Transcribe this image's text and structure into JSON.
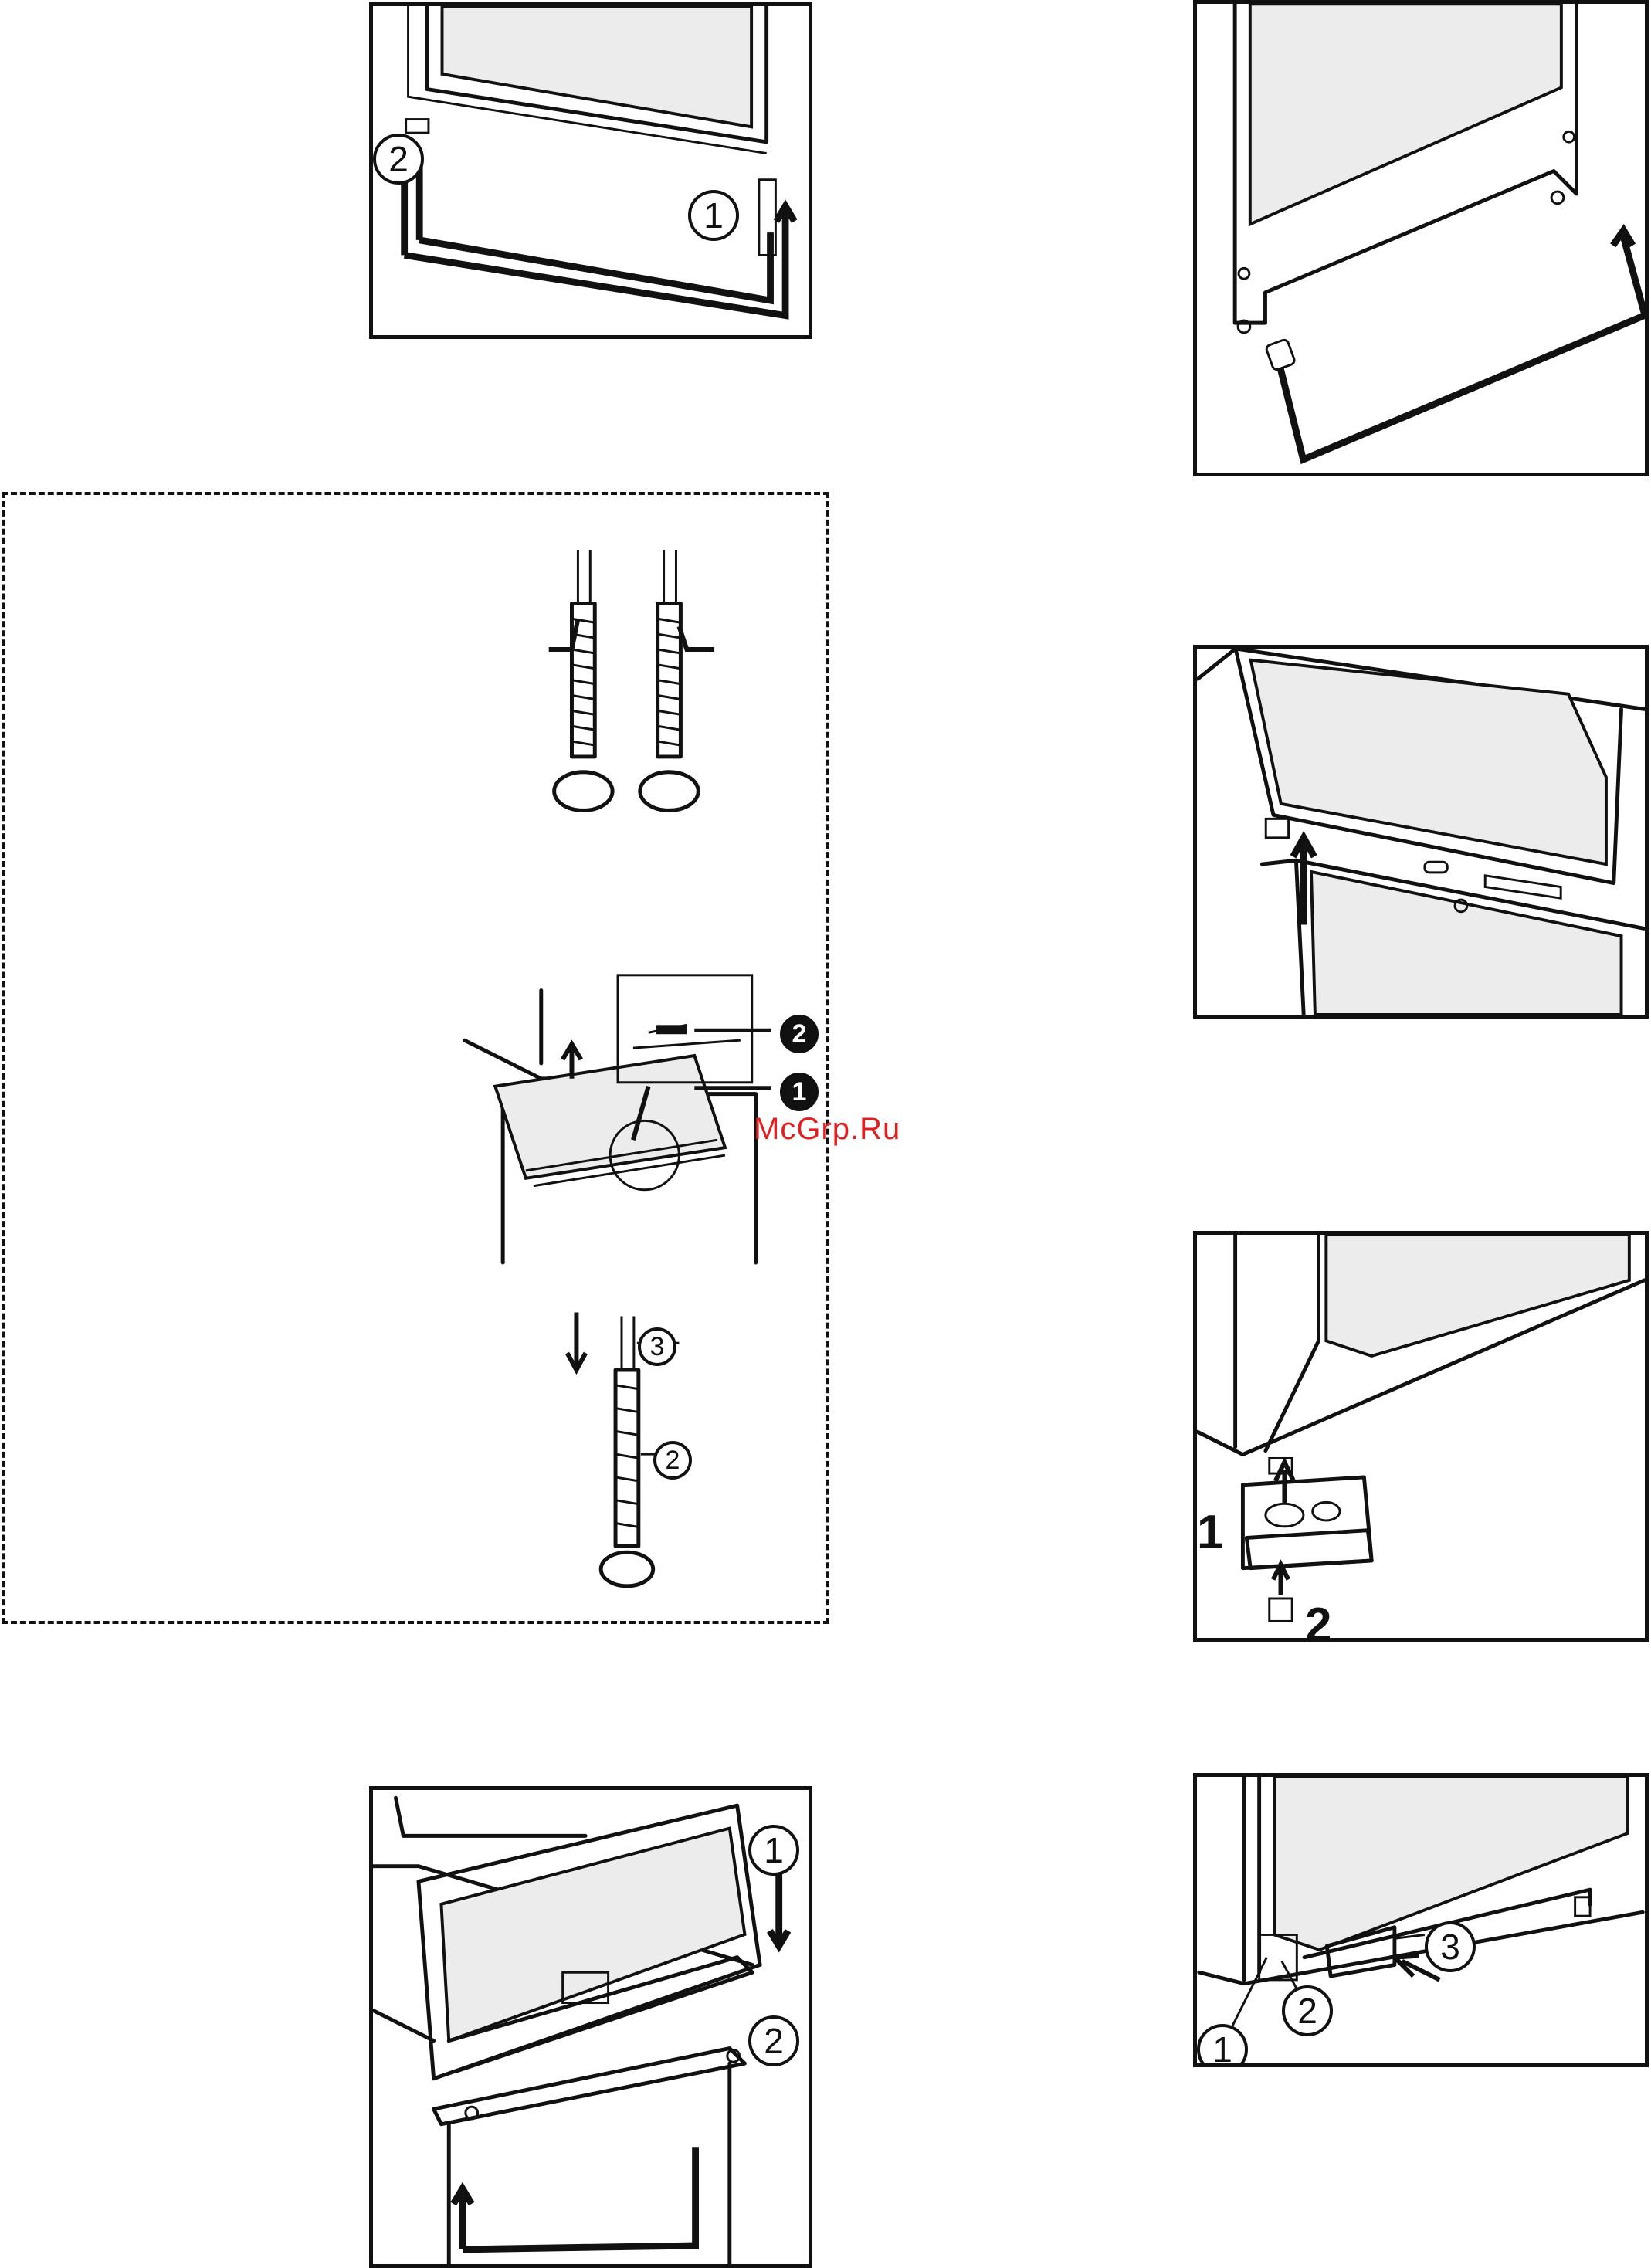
{
  "watermark": "McGrp.Ru",
  "panels": {
    "top_left": {
      "callouts": [
        "1",
        "2"
      ]
    },
    "dashed_hinge": {
      "callouts": [
        "1",
        "2",
        "3",
        "2"
      ]
    },
    "bottom_left": {
      "callouts": [
        "1",
        "2"
      ]
    },
    "right_foot": {
      "labels": [
        "1",
        "2"
      ]
    },
    "right_bottom": {
      "callouts": [
        "3",
        "2",
        "1"
      ]
    }
  }
}
